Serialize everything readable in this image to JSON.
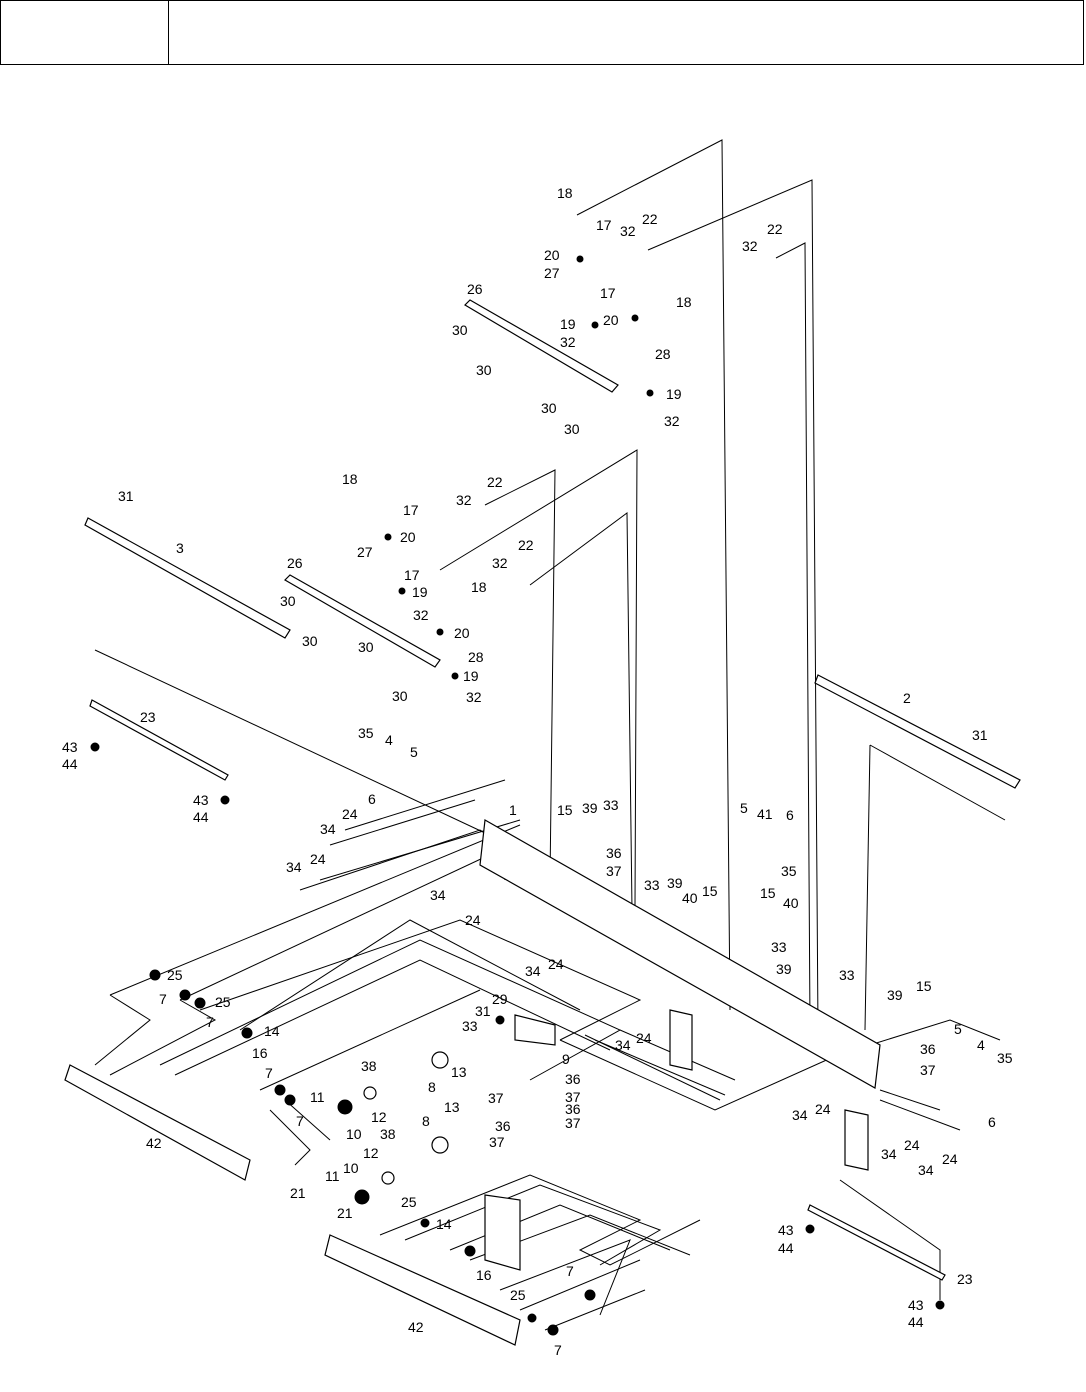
{
  "header": {
    "left": "",
    "right": ""
  },
  "callouts": [
    {
      "text": "18"
    },
    {
      "text": "17"
    },
    {
      "text": "32"
    },
    {
      "text": "22"
    },
    {
      "text": "20"
    },
    {
      "text": "27"
    },
    {
      "text": "32"
    },
    {
      "text": "22"
    },
    {
      "text": "17"
    },
    {
      "text": "18"
    },
    {
      "text": "26"
    },
    {
      "text": "19"
    },
    {
      "text": "20"
    },
    {
      "text": "30"
    },
    {
      "text": "32"
    },
    {
      "text": "30"
    },
    {
      "text": "28"
    },
    {
      "text": "19"
    },
    {
      "text": "30"
    },
    {
      "text": "32"
    },
    {
      "text": "30"
    },
    {
      "text": "18"
    },
    {
      "text": "17"
    },
    {
      "text": "31"
    },
    {
      "text": "32"
    },
    {
      "text": "22"
    },
    {
      "text": "20"
    },
    {
      "text": "3"
    },
    {
      "text": "27"
    },
    {
      "text": "17"
    },
    {
      "text": "22"
    },
    {
      "text": "32"
    },
    {
      "text": "26"
    },
    {
      "text": "18"
    },
    {
      "text": "19"
    },
    {
      "text": "30"
    },
    {
      "text": "32"
    },
    {
      "text": "30"
    },
    {
      "text": "20"
    },
    {
      "text": "30"
    },
    {
      "text": "28"
    },
    {
      "text": "19"
    },
    {
      "text": "30"
    },
    {
      "text": "32"
    },
    {
      "text": "2"
    },
    {
      "text": "23"
    },
    {
      "text": "31"
    },
    {
      "text": "43"
    },
    {
      "text": "44"
    },
    {
      "text": "35"
    },
    {
      "text": "4"
    },
    {
      "text": "5"
    },
    {
      "text": "6"
    },
    {
      "text": "43"
    },
    {
      "text": "44"
    },
    {
      "text": "1"
    },
    {
      "text": "15"
    },
    {
      "text": "39"
    },
    {
      "text": "33"
    },
    {
      "text": "5"
    },
    {
      "text": "41"
    },
    {
      "text": "6"
    },
    {
      "text": "24"
    },
    {
      "text": "34"
    },
    {
      "text": "36"
    },
    {
      "text": "35"
    },
    {
      "text": "24"
    },
    {
      "text": "37"
    },
    {
      "text": "34"
    },
    {
      "text": "33"
    },
    {
      "text": "39"
    },
    {
      "text": "40"
    },
    {
      "text": "15"
    },
    {
      "text": "15"
    },
    {
      "text": "34"
    },
    {
      "text": "40"
    },
    {
      "text": "24"
    },
    {
      "text": "33"
    },
    {
      "text": "24"
    },
    {
      "text": "39"
    },
    {
      "text": "34"
    },
    {
      "text": "33"
    },
    {
      "text": "39"
    },
    {
      "text": "15"
    },
    {
      "text": "25"
    },
    {
      "text": "7"
    },
    {
      "text": "25"
    },
    {
      "text": "7"
    },
    {
      "text": "31"
    },
    {
      "text": "29"
    },
    {
      "text": "33"
    },
    {
      "text": "14"
    },
    {
      "text": "5"
    },
    {
      "text": "4"
    },
    {
      "text": "16"
    },
    {
      "text": "9"
    },
    {
      "text": "34"
    },
    {
      "text": "24"
    },
    {
      "text": "36"
    },
    {
      "text": "35"
    },
    {
      "text": "38"
    },
    {
      "text": "36"
    },
    {
      "text": "37"
    },
    {
      "text": "7"
    },
    {
      "text": "8"
    },
    {
      "text": "13"
    },
    {
      "text": "37"
    },
    {
      "text": "37"
    },
    {
      "text": "11"
    },
    {
      "text": "12"
    },
    {
      "text": "36"
    },
    {
      "text": "7"
    },
    {
      "text": "13"
    },
    {
      "text": "36"
    },
    {
      "text": "34"
    },
    {
      "text": "24"
    },
    {
      "text": "6"
    },
    {
      "text": "10"
    },
    {
      "text": "37"
    },
    {
      "text": "37"
    },
    {
      "text": "38"
    },
    {
      "text": "8"
    },
    {
      "text": "24"
    },
    {
      "text": "12"
    },
    {
      "text": "34"
    },
    {
      "text": "24"
    },
    {
      "text": "42"
    },
    {
      "text": "10"
    },
    {
      "text": "34"
    },
    {
      "text": "11"
    },
    {
      "text": "21"
    },
    {
      "text": "25"
    },
    {
      "text": "14"
    },
    {
      "text": "21"
    },
    {
      "text": "43"
    },
    {
      "text": "44"
    },
    {
      "text": "16"
    },
    {
      "text": "23"
    },
    {
      "text": "7"
    },
    {
      "text": "25"
    },
    {
      "text": "43"
    },
    {
      "text": "42"
    },
    {
      "text": "44"
    },
    {
      "text": "7"
    }
  ]
}
